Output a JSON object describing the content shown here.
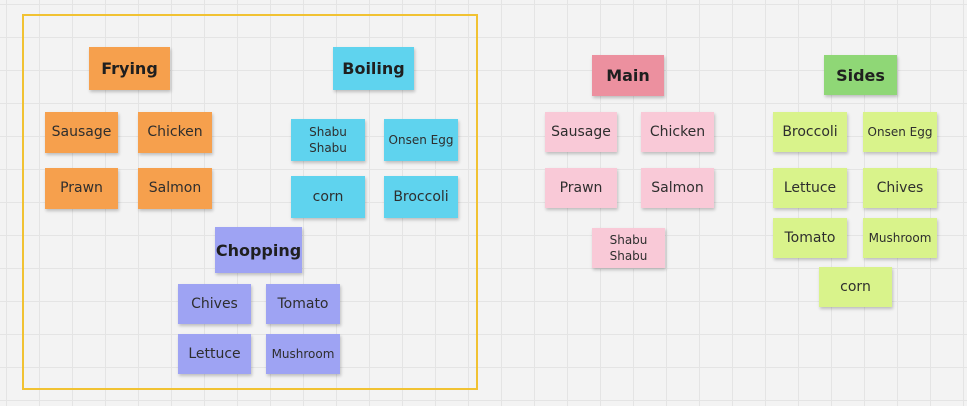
{
  "board": {
    "frame_color": "#f1c232",
    "colors": {
      "frying": "#f6a04d",
      "boiling": "#5fd3ee",
      "chopping": "#9ea3f3",
      "main": "#f9c9d7",
      "main_header": "#ec909f",
      "sides": "#d9f38b",
      "sides_header": "#8fd776"
    },
    "frying": {
      "title": "Frying",
      "items": [
        "Sausage",
        "Chicken",
        "Prawn",
        "Salmon"
      ]
    },
    "boiling": {
      "title": "Boiling",
      "items": [
        "Shabu Shabu",
        "Onsen Egg",
        "corn",
        "Broccoli"
      ]
    },
    "chopping": {
      "title": "Chopping",
      "items": [
        "Chives",
        "Tomato",
        "Lettuce",
        "Mushroom"
      ]
    },
    "main": {
      "title": "Main",
      "items": [
        "Sausage",
        "Chicken",
        "Prawn",
        "Salmon",
        "Shabu Shabu"
      ]
    },
    "sides": {
      "title": "Sides",
      "items": [
        "Broccoli",
        "Onsen Egg",
        "Lettuce",
        "Chives",
        "Tomato",
        "Mushroom",
        "corn"
      ]
    }
  }
}
